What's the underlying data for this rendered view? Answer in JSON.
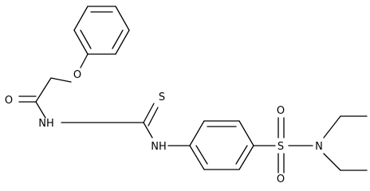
{
  "atoms": {
    "O_ether": "O",
    "O_carbonyl": "O",
    "NH_amide": "NH",
    "S_thio": "S",
    "NH_aryl": "NH",
    "S_sulfonyl": "S",
    "O_sulfonyl_top": "O",
    "O_sulfonyl_bottom": "O",
    "N_amine": "N"
  }
}
